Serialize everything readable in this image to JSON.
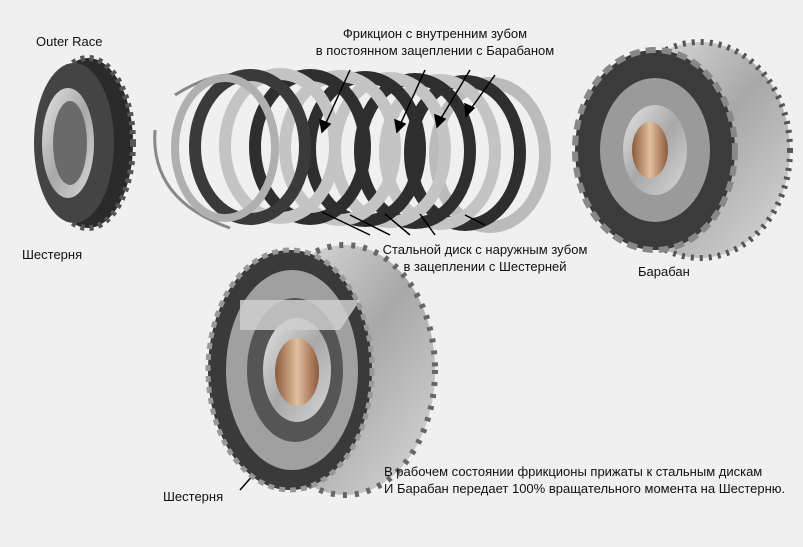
{
  "labels": {
    "outer_race": "Outer Race",
    "gear_top": "Шестерня",
    "drum": "Барабан",
    "gear_bottom": "Шестерня",
    "friction_line1": "Фрикцион с внутренним зубом",
    "friction_line2": "в постоянном зацеплении с Барабаном",
    "steel_line1": "Стальной диск с наружным зубом",
    "steel_line2": "в зацеплении с Шестерней",
    "note_line1": "В рабочем состоянии фрикционы прижаты к стальным дискам",
    "note_line2": "И Барабан передает 100% вращательного момента на Шестерню."
  },
  "colors": {
    "background": "#f0f0f0",
    "metal": "#b8b8b8",
    "dark_metal": "#3a3a3a",
    "copper": "#c9a07a"
  }
}
